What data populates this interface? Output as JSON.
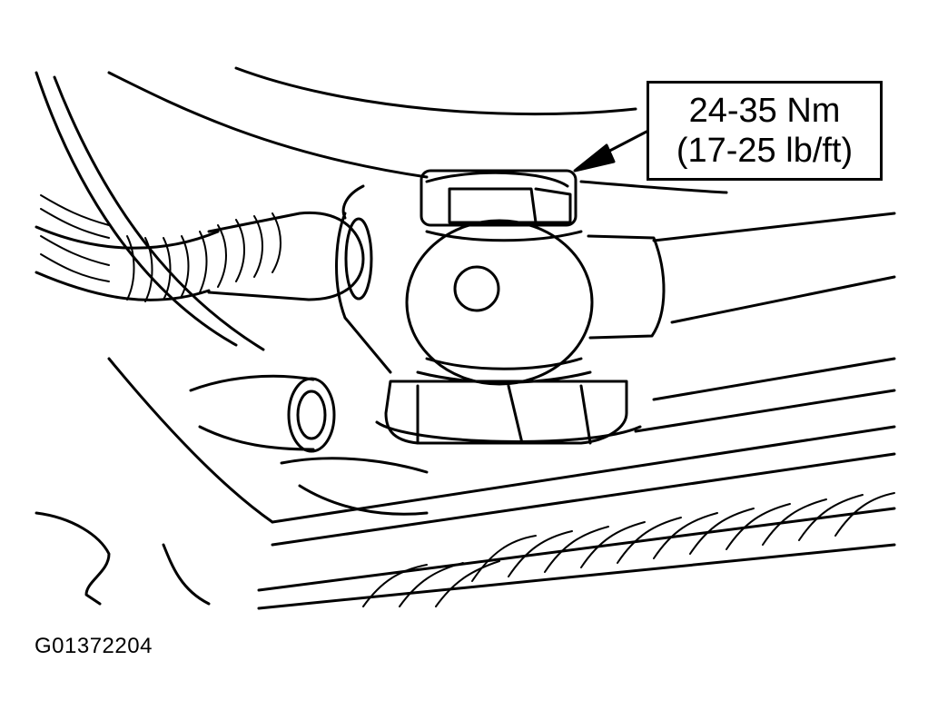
{
  "callout": {
    "torque_metric": "24-35 Nm",
    "torque_imperial": "(17-25 lb/ft)"
  },
  "figure_id": "G01372204",
  "colors": {
    "line": "#000000",
    "background": "#ffffff"
  }
}
